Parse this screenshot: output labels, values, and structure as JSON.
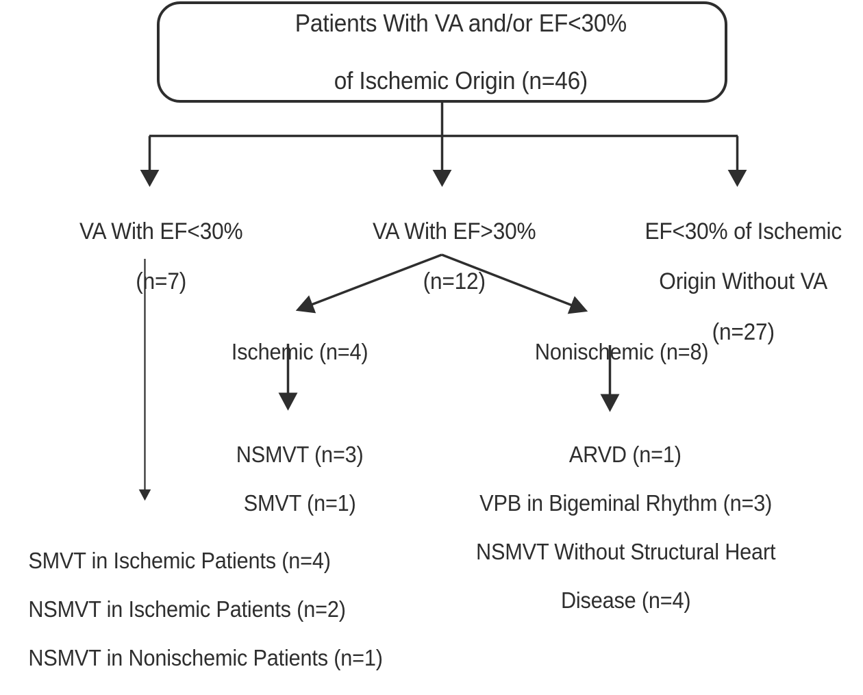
{
  "diagram": {
    "title": "Patient Distribution Flowchart",
    "line_color": "#2e2e2e",
    "text_color": "#2e2e2e",
    "background": "#ffffff",
    "root": {
      "line1": "Patients With VA and/or EF<30%",
      "line2": "of Ischemic Origin (n=46)",
      "n": 46
    },
    "level2": {
      "left": {
        "line1": "VA With EF<30%",
        "line2": "(n=7)",
        "n": 7
      },
      "middle": {
        "line1": "VA With EF>30%",
        "line2": "(n=12)",
        "n": 12
      },
      "right": {
        "line1": "EF<30% of Ischemic",
        "line2": "Origin Without VA",
        "line3": "(n=27)",
        "n": 27
      }
    },
    "level3": {
      "left": {
        "label": "Ischemic (n=4)",
        "n": 4
      },
      "right": {
        "label": "Nonischemic (n=8)",
        "n": 8
      }
    },
    "level4": {
      "ischemic_outcomes": {
        "line1": "NSMVT (n=3)",
        "line2": "SMVT (n=1)"
      },
      "nonischemic_outcomes": {
        "line1": "ARVD (n=1)",
        "line2": "VPB in Bigeminal Rhythm (n=3)",
        "line3": "NSMVT Without Structural Heart",
        "line4": "Disease (n=4)"
      }
    },
    "leaf_left": {
      "line1": "SMVT in Ischemic Patients (n=4)",
      "line2": "NSMVT in Ischemic Patients (n=2)",
      "line3": "NSMVT in Nonischemic Patients (n=1)"
    }
  }
}
